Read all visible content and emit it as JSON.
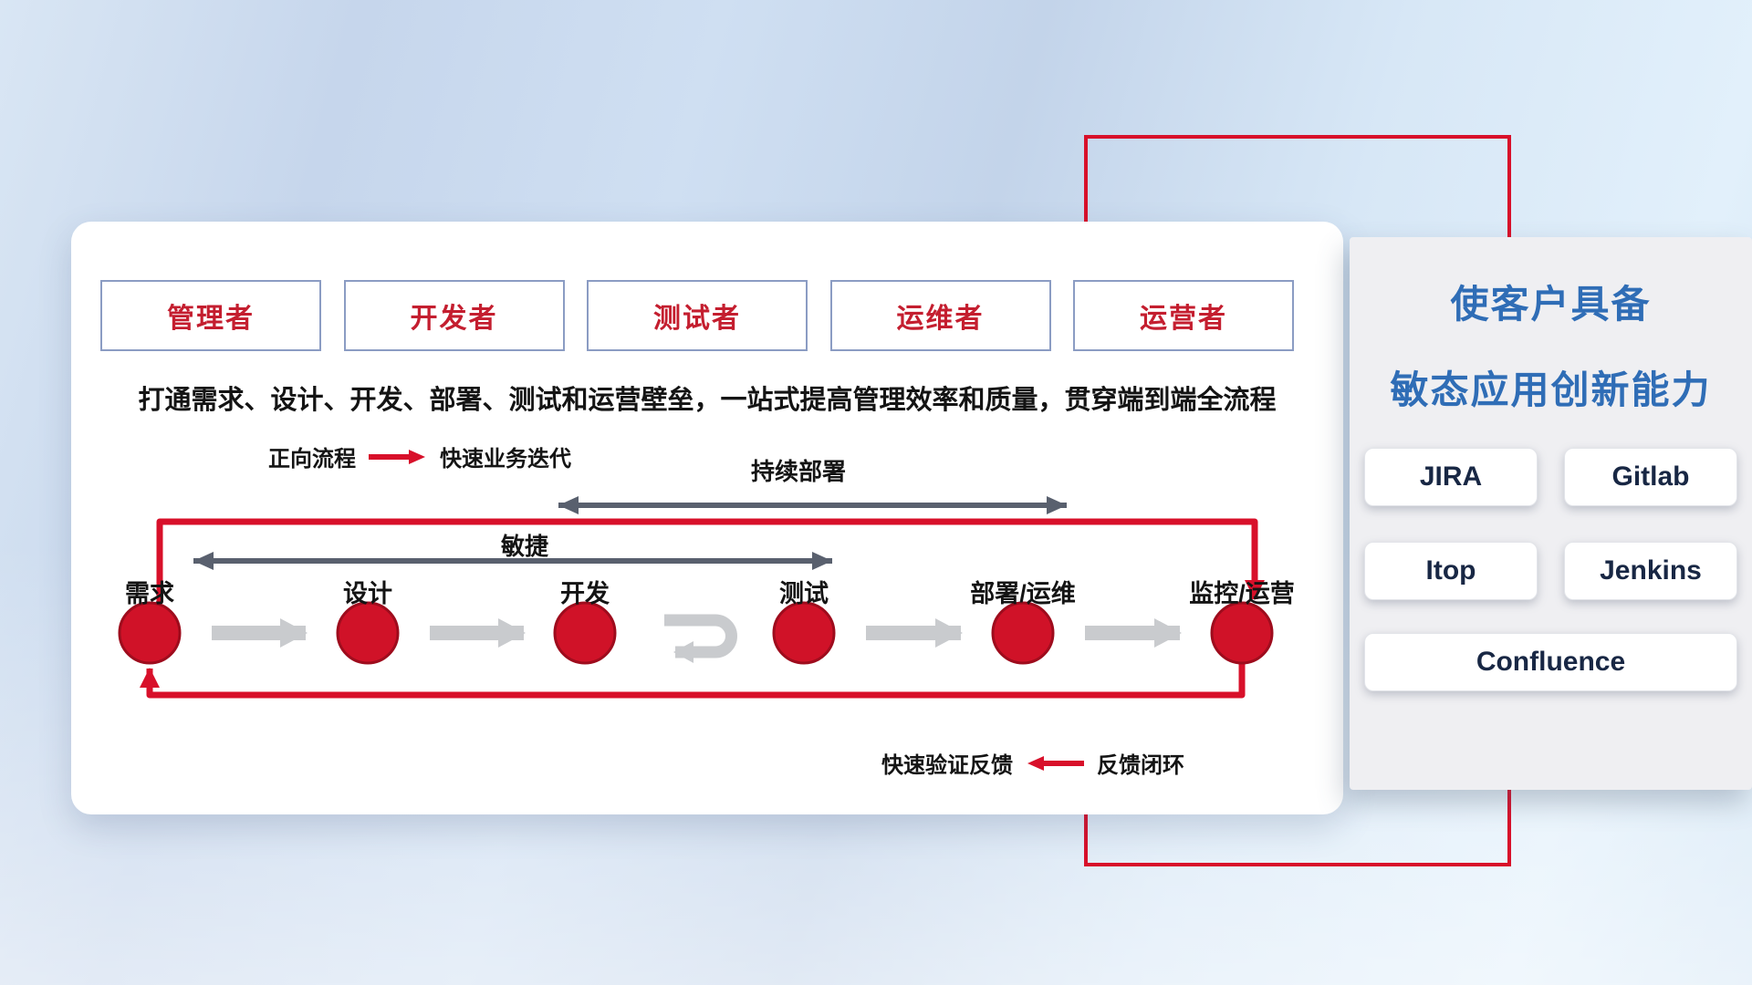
{
  "colors": {
    "red": "#d8102a",
    "dark_arrow": "#59606e",
    "gray_arrow": "#c9cbce",
    "title_blue": "#2f6db6",
    "role_text_red": "#c41e2f"
  },
  "roles": [
    {
      "label": "管理者"
    },
    {
      "label": "开发者"
    },
    {
      "label": "测试者"
    },
    {
      "label": "运维者"
    },
    {
      "label": "运营者"
    }
  ],
  "description": "打通需求、设计、开发、部署、测试和运营壁垒，一站式提高管理效率和质量，贯穿端到端全流程",
  "forward_legend": {
    "term": "正向流程",
    "meaning": "快速业务迭代"
  },
  "continuous_deploy_label": "持续部署",
  "agile_label": "敏捷",
  "stages": [
    {
      "label": "需求"
    },
    {
      "label": "设计"
    },
    {
      "label": "开发"
    },
    {
      "label": "测试"
    },
    {
      "label": "部署/运维"
    },
    {
      "label": "监控/运营"
    }
  ],
  "feedback_legend": {
    "term": "快速验证反馈",
    "meaning": "反馈闭环"
  },
  "side_panel": {
    "title_line1": "使客户具备",
    "title_line2": "敏态应用创新能力",
    "tools": [
      {
        "label": "JIRA"
      },
      {
        "label": "Gitlab"
      },
      {
        "label": "Itop"
      },
      {
        "label": "Jenkins"
      },
      {
        "label": "Confluence"
      }
    ]
  }
}
